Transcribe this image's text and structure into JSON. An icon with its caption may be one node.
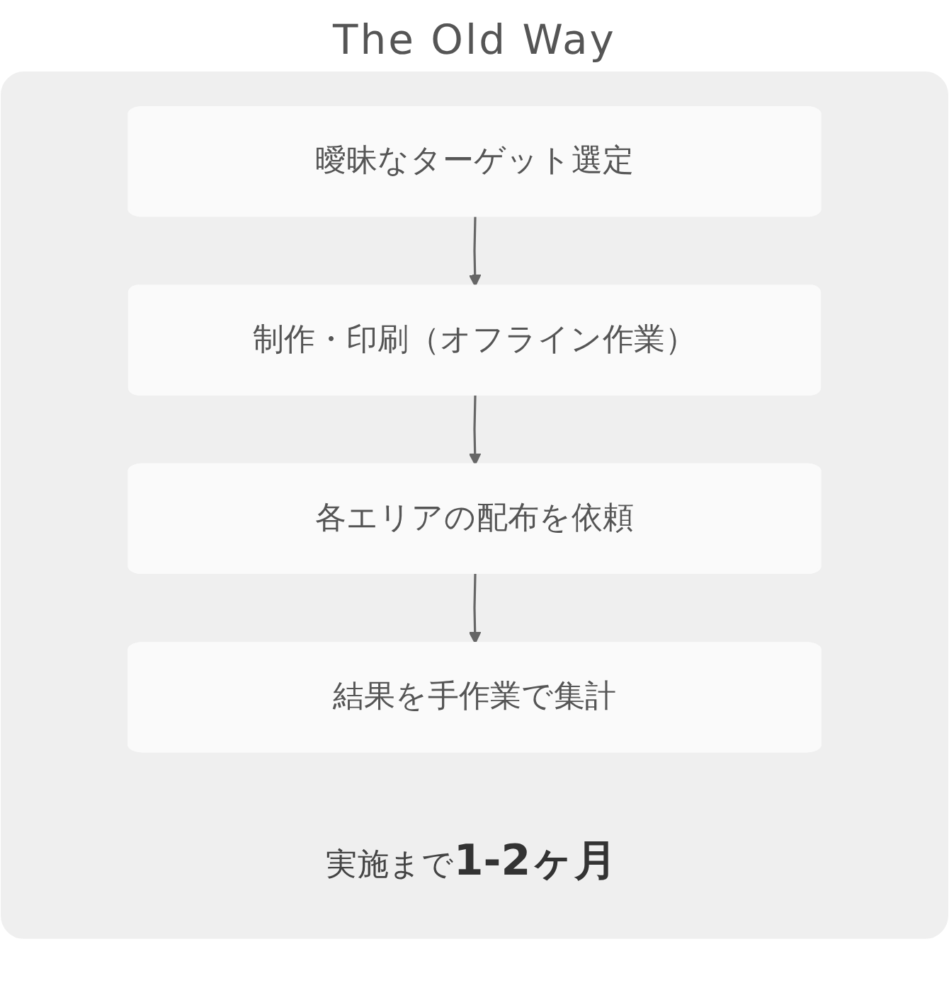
{
  "diagram": {
    "title": "The Old Way",
    "nodes": [
      {
        "text": [
          "実施まで**1-2ヶ月**"
        ]
      },
      {
        "text": [
          "曖昧なターゲット選定"
        ],
        "in": 0
      },
      {
        "text": [
          "制作・印刷（オフライン作業）"
        ],
        "in": 0
      },
      {
        "text": [
          "各エリアの配布を依頼"
        ],
        "in": 0
      },
      {
        "text": [
          "結果を手作業で集計"
        ],
        "in": 0
      }
    ],
    "edges": [
      {
        "from": 1,
        "to": 2,
        "arrow": "to"
      },
      {
        "from": 2,
        "to": 3,
        "arrow": "to"
      },
      {
        "from": 3,
        "to": 4,
        "arrow": "to"
      }
    ]
  }
}
